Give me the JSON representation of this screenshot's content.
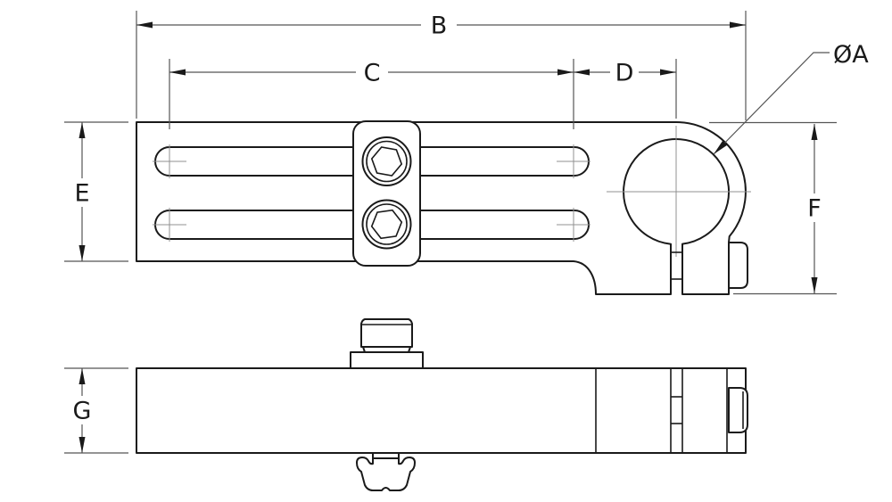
{
  "drawing": {
    "title": "clamp-arm-two-view-dimension-drawing",
    "labels": {
      "diameter_a": "ØA",
      "b": "B",
      "c": "C",
      "d": "D",
      "e": "E",
      "f": "F",
      "g": "G"
    },
    "colors": {
      "background": "#ffffff",
      "outline": "#1a1a1a",
      "dimension": "#555555",
      "centerline": "#909090"
    }
  }
}
